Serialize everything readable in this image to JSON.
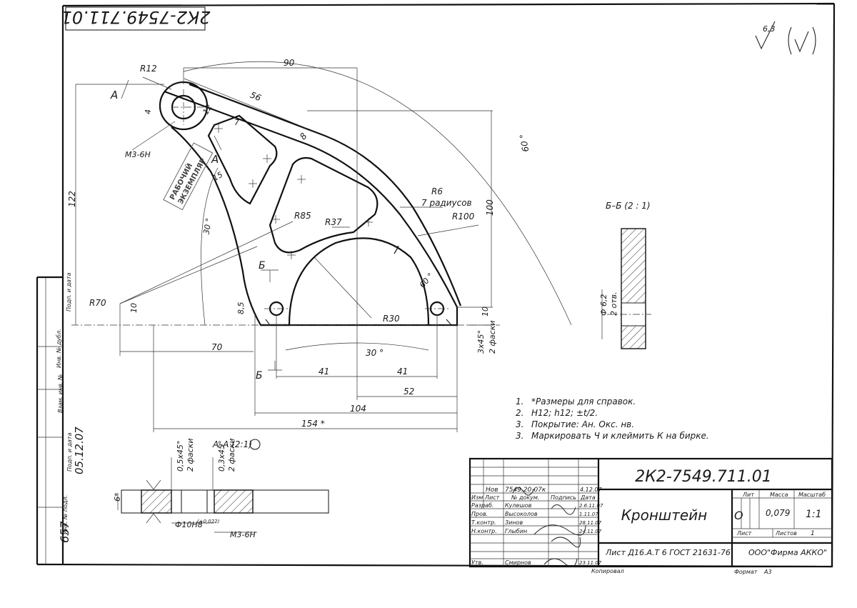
{
  "drawing": {
    "designation": "2К2-7549.711.01",
    "designation_mirrored": "2К2-7549.711.01",
    "part_name": "Кронштейн",
    "roughness_symbol": "6,3",
    "material": "Лист Д16.А.Т 6 ГОСТ 21631-76",
    "company": "ООО\"Фирма АККО\"",
    "format_label": "Формат",
    "format_value": "A3",
    "copied_label": "Копировал",
    "stamp_lines": [
      "РАБОЧИЙ",
      "ЭКЗЕМПЛЯР"
    ]
  },
  "dimensions": {
    "d90": "90",
    "d56": "56",
    "d8": "8",
    "dR12": "R12",
    "d12": "12",
    "d4": "4",
    "d7": "7",
    "dA1": "A",
    "dA2": "A",
    "dM3": "M3-6H",
    "d15": "15",
    "d122": "122",
    "d30deg": "30 °",
    "dR85": "R85",
    "dR37": "R37",
    "dR6": "R6",
    "dR6b": "7 радиусов",
    "dR100": "R100",
    "d100": "100",
    "d7b": "7",
    "d60deg": "60 °",
    "d60r": "60 °",
    "dR70": "R70",
    "d10a": "10",
    "d8_5": "8,5",
    "dB1": "Б",
    "dB2": "Б",
    "dR30": "R30",
    "d10b": "10",
    "d70": "70",
    "d30b": "30 °",
    "d41a": "41",
    "d41b": "41",
    "d52": "52",
    "d104": "104",
    "d154": "154 *",
    "chamfer1": "3x45°",
    "chamfer2": "2 фаски"
  },
  "section_bb": {
    "title": "Б–Б  (2 : 1)",
    "hole": "Ф 6,2",
    "holes_count": "2 отв."
  },
  "section_aa": {
    "title": "А–А (2:1)",
    "chamfer_left": "0,5x45°",
    "chamfer_left2": "2 фаски",
    "chamfer_right": "0,3x45°",
    "chamfer_right2": "2 фаски",
    "thickness": "6*",
    "bore": "Ф10H8",
    "bore_tol": "(+0,022)",
    "thread": "M3-6H"
  },
  "notes": [
    {
      "num": "1.",
      "text": "*Размеры для справок."
    },
    {
      "num": "2.",
      "text": "H12; h12; ±t/2."
    },
    {
      "num": "3.",
      "text": "Покрытие: Ан. Окс. нв."
    },
    {
      "num": "3.",
      "text": "Маркировать Ч и клеймить К на бирке."
    }
  ],
  "title_block": {
    "lit": "Лит",
    "mass": "Масса",
    "scale": "Масштаб",
    "lit_value": "О",
    "mass_value": "0,079",
    "scale_value": "1:1",
    "sheet": "Лист",
    "sheets": "Листов",
    "sheets_value": "1",
    "change_row": {
      "col1": "Нов",
      "col2": "7549.20-07к",
      "col4": "4.12.07"
    },
    "header": {
      "izm": "Изм",
      "list": "Лист",
      "doc": "№ докум.",
      "sign": "Подпись",
      "date": "Дата"
    },
    "roles": [
      {
        "role": "Разраб.",
        "name": "Кулешов",
        "date": "2.6.11.07"
      },
      {
        "role": "Пров.",
        "name": "Высоколов",
        "date": "1.11.07"
      },
      {
        "role": "Т.контр.",
        "name": "Зинов",
        "date": "28.11.07"
      },
      {
        "role": "Н.контр.",
        "name": "Глыбин",
        "date": "24.11.07"
      },
      {
        "role": "",
        "name": "",
        "date": ""
      },
      {
        "role": "Утв.",
        "name": "Смирнов",
        "date": "23.11.07"
      }
    ]
  },
  "side_strip": {
    "labels": [
      "Подп. и дата",
      "Инв. № дубл.",
      "Взам. инв. №",
      "Подп. и дата",
      "Инв. № подл."
    ],
    "podp_value": "05.12.07",
    "inv_value": "657"
  }
}
